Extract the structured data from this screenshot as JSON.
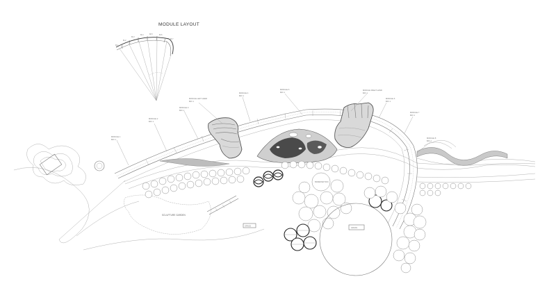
{
  "title": "MODULE LAYOUT",
  "inset_labels": [
    "M-1",
    "M-2",
    "M-3",
    "M-4",
    "M-5",
    "M-6",
    "M-7"
  ],
  "module_labels": [
    {
      "name": "MODULE 1",
      "sub": "BAY 1"
    },
    {
      "name": "MODULE 2",
      "sub": "BAY 1"
    },
    {
      "name": "MODULE LEFT HAND",
      "sub": "BAY 1"
    },
    {
      "name": "MODULE 3",
      "sub": "BAY 1"
    },
    {
      "name": "MODULE 4",
      "sub": "BAY 1"
    },
    {
      "name": "MODULE 5",
      "sub": "BAY 1"
    },
    {
      "name": "MODULE RIGHT HAND",
      "sub": "BAY 1"
    },
    {
      "name": "MODULE 6",
      "sub": "BAY 1"
    },
    {
      "name": "MODULE 7",
      "sub": "BAY 1"
    },
    {
      "name": "MODULE 8",
      "sub": "BAY 1"
    }
  ],
  "area_labels": {
    "garden": "SCULPTURE GARDEN",
    "left_box": "GRASS",
    "right_box": "GRASS",
    "circle_label": "BIORETENTION"
  },
  "colors": {
    "line": "#777777",
    "dark": "#222222",
    "accent": "#c9c9c9"
  }
}
